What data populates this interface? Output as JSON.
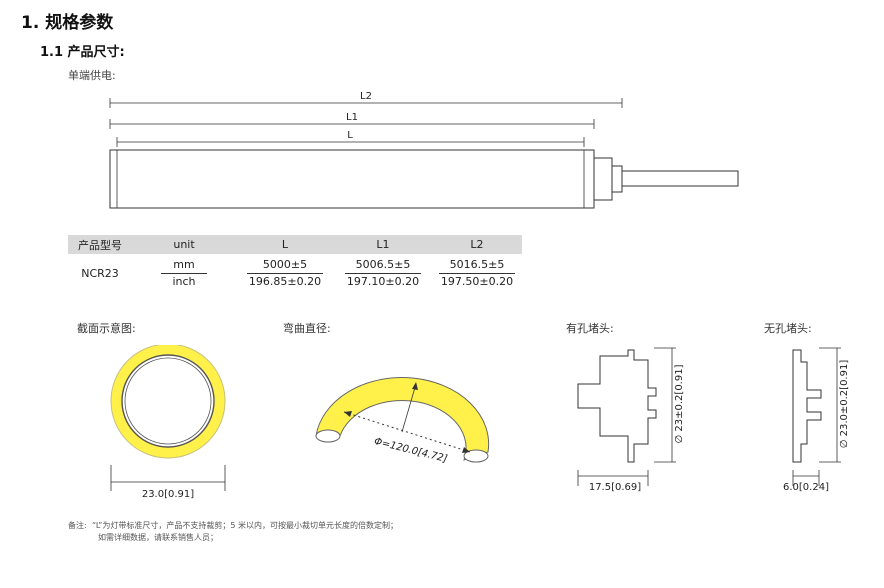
{
  "heading": "1. 规格参数",
  "subheading": "1.1 产品尺寸:",
  "power_label": "单端供电:",
  "dims": {
    "l2": "L2",
    "l1": "L1",
    "l": "L"
  },
  "table": {
    "headers": [
      "产品型号",
      "unit",
      "L",
      "L1",
      "L2"
    ],
    "model": "NCR23",
    "unit_mm": "mm",
    "unit_inch": "inch",
    "values": [
      {
        "mm": "5000±5",
        "inch": "196.85±0.20"
      },
      {
        "mm": "5006.5±5",
        "inch": "197.10±0.20"
      },
      {
        "mm": "5016.5±5",
        "inch": "197.50±0.20"
      }
    ]
  },
  "captions": {
    "cross_section": "截面示意图:",
    "bend_diameter": "弯曲直径:",
    "end_cap_hole": "有孔堵头:",
    "end_cap_no_hole": "无孔堵头:"
  },
  "cross_section_dim": "23.0[0.91]",
  "bend_dim": "Φ=120.0[4.72]",
  "end_cap_hole_height": "∅ 23±0.2[0.91]",
  "end_cap_hole_width": "17.5[0.69]",
  "end_cap_no_hole_height": "∅ 23.0±0.2[0.91]",
  "end_cap_no_hole_width": "6.0[0.24]",
  "note_label": "备注:",
  "note_line1": "“L”为灯带标准尺寸，产品不支持裁剪；5 米以内，可按最小裁切单元长度的倍数定制；",
  "note_line2": "如需详细数据，请联系销售人员；",
  "colors": {
    "accent": "#fff04a",
    "line": "#333333",
    "header_bg": "#d9d9d9"
  }
}
